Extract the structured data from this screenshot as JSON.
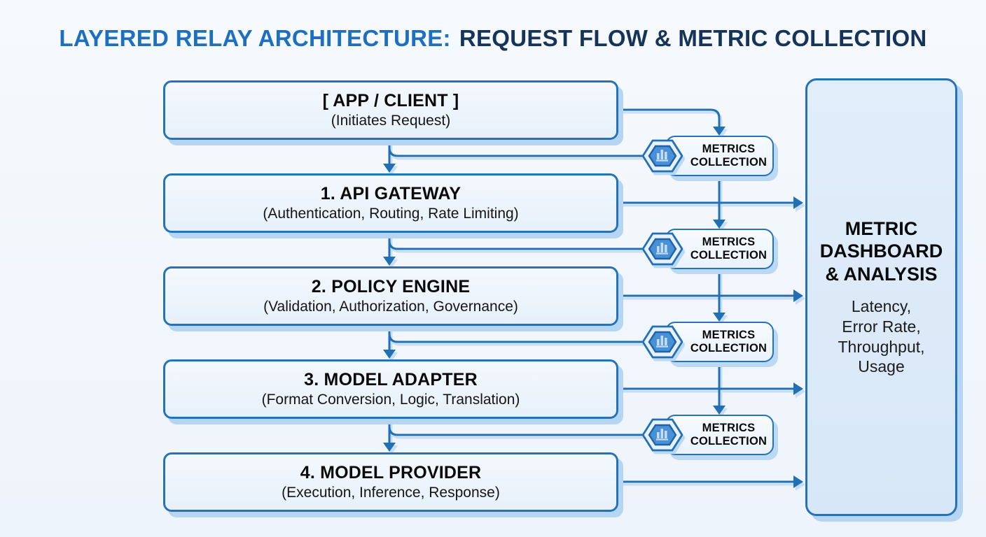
{
  "title": {
    "primary": "LAYERED RELAY ARCHITECTURE:",
    "secondary": "REQUEST FLOW & METRIC COLLECTION"
  },
  "layers": [
    {
      "name": "[ APP / CLIENT ]",
      "detail": "(Initiates Request)"
    },
    {
      "name": "1. API GATEWAY",
      "detail": "(Authentication, Routing, Rate Limiting)"
    },
    {
      "name": "2. POLICY ENGINE",
      "detail": "(Validation, Authorization, Governance)"
    },
    {
      "name": "3. MODEL ADAPTER",
      "detail": "(Format Conversion, Logic, Translation)"
    },
    {
      "name": "4. MODEL PROVIDER",
      "detail": "(Execution, Inference, Response)"
    }
  ],
  "badges": [
    {
      "label": "METRICS\nCOLLECTION",
      "icon": "hexagon-bar-chart-icon"
    },
    {
      "label": "METRICS\nCOLLECTION",
      "icon": "hexagon-bar-chart-icon"
    },
    {
      "label": "METRICS\nCOLLECTION",
      "icon": "hexagon-bar-chart-icon"
    },
    {
      "label": "METRICS\nCOLLECTION",
      "icon": "hexagon-bar-chart-icon"
    }
  ],
  "dashboard": {
    "title": "METRIC\nDASHBOARD\n& ANALYSIS",
    "metrics": "Latency,\nError Rate,\nThroughput,\nUsage"
  },
  "colors": {
    "accent_blue": "#2270b4",
    "title_blue": "#1d6fbf",
    "title_navy": "#16345a",
    "shadow_blue": "#b6d5f2",
    "box_fill": "#ecf3fb",
    "dashboard_fill": "#dceaf8",
    "background": "#f3f7fc"
  }
}
